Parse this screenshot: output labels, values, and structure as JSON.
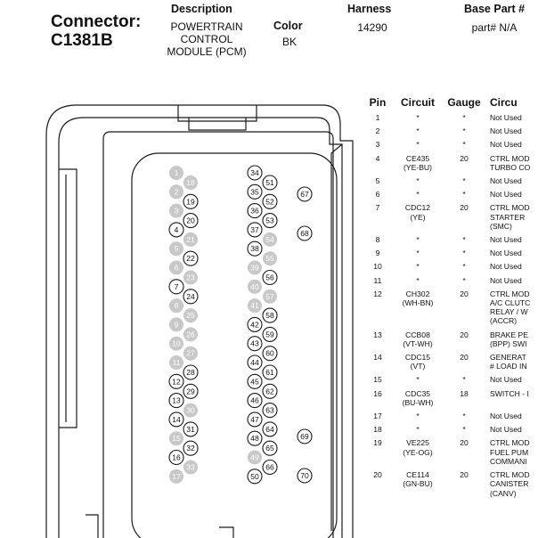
{
  "header": {
    "connector_label": "Connector:",
    "connector_id": "C1381B",
    "description_label": "Description",
    "description_value": "POWERTRAIN\nCONTROL\nMODULE (PCM)",
    "color_label": "Color",
    "color_value": "BK",
    "harness_label": "Harness",
    "harness_value": "14290",
    "base_part_label": "Base Part #",
    "base_part_value": "part# N/A"
  },
  "table": {
    "headers": {
      "pin": "Pin",
      "circuit": "Circuit",
      "gauge": "Gauge",
      "description": "Circu"
    },
    "rows": [
      {
        "pin": "1",
        "circuit": "*",
        "gauge": "*",
        "desc": "Not Used"
      },
      {
        "pin": "2",
        "circuit": "*",
        "gauge": "*",
        "desc": "Not Used"
      },
      {
        "pin": "3",
        "circuit": "*",
        "gauge": "*",
        "desc": "Not Used"
      },
      {
        "pin": "4",
        "circuit": "CE435\n(YE-BU)",
        "gauge": "20",
        "desc": "CTRL MOD\nTURBO CO"
      },
      {
        "pin": "5",
        "circuit": "*",
        "gauge": "*",
        "desc": "Not Used"
      },
      {
        "pin": "6",
        "circuit": "*",
        "gauge": "*",
        "desc": "Not Used"
      },
      {
        "pin": "7",
        "circuit": "CDC12\n(YE)",
        "gauge": "20",
        "desc": "CTRL MOD\nSTARTER\n(SMC)"
      },
      {
        "pin": "8",
        "circuit": "*",
        "gauge": "*",
        "desc": "Not Used"
      },
      {
        "pin": "9",
        "circuit": "*",
        "gauge": "*",
        "desc": "Not Used"
      },
      {
        "pin": "10",
        "circuit": "*",
        "gauge": "*",
        "desc": "Not Used"
      },
      {
        "pin": "11",
        "circuit": "*",
        "gauge": "*",
        "desc": "Not Used"
      },
      {
        "pin": "12",
        "circuit": "CH302\n(WH-BN)",
        "gauge": "20",
        "desc": "CTRL MOD\nA/C CLUTC\nRELAY / W\n(ACCR)"
      },
      {
        "pin": "13",
        "circuit": "CCB08\n(VT-WH)",
        "gauge": "20",
        "desc": "BRAKE PE\n(BPP) SWI"
      },
      {
        "pin": "14",
        "circuit": "CDC15\n(VT)",
        "gauge": "20",
        "desc": "GENERAT\n# LOAD IN"
      },
      {
        "pin": "15",
        "circuit": "*",
        "gauge": "*",
        "desc": "Not Used"
      },
      {
        "pin": "16",
        "circuit": "CDC35\n(BU-WH)",
        "gauge": "18",
        "desc": "SWITCH - I"
      },
      {
        "pin": "17",
        "circuit": "*",
        "gauge": "*",
        "desc": "Not Used"
      },
      {
        "pin": "18",
        "circuit": "*",
        "gauge": "*",
        "desc": "Not Used"
      },
      {
        "pin": "19",
        "circuit": "VE225\n(YE-OG)",
        "gauge": "20",
        "desc": "CTRL MOD\nFUEL PUM\nCOMMANI"
      },
      {
        "pin": "20",
        "circuit": "CE114\n(GN-BU)",
        "gauge": "20",
        "desc": "CTRL MOD\nCANISTER\n(CANV)"
      }
    ]
  },
  "connector": {
    "used_pins": [
      4,
      7,
      12,
      13,
      14,
      16,
      19,
      20,
      22,
      24,
      28,
      29,
      31,
      32,
      34,
      35,
      36,
      37,
      38,
      42,
      43,
      44,
      45,
      46,
      47,
      48,
      50,
      51,
      52,
      53,
      56,
      58,
      59,
      60,
      61,
      62,
      63,
      64,
      65,
      66,
      67,
      68,
      69,
      70
    ],
    "colors": {
      "unused_fill": "#c8c8c8",
      "used_fill": "#ffffff",
      "outline": "#1a1a1a"
    }
  }
}
